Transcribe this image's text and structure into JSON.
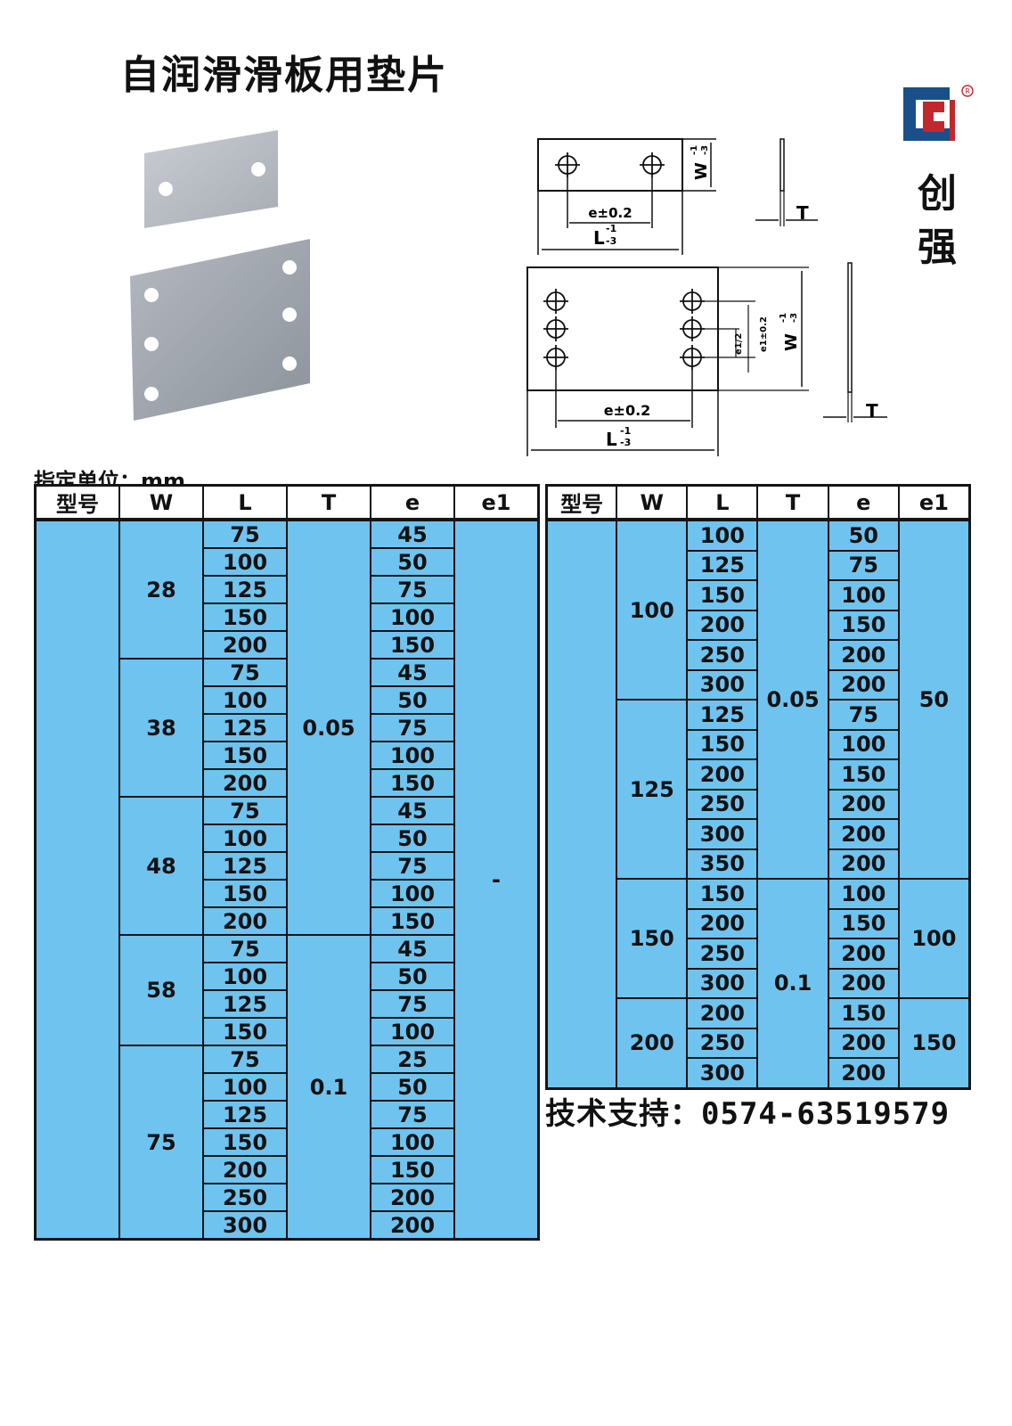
{
  "title": "自润滑滑板用垫片",
  "brand": {
    "name_line1": "创",
    "name_line2": "强",
    "registered_mark": "®"
  },
  "diagram_labels": {
    "w_tol": "W -1 -3",
    "w_tol_top": "-1",
    "w_tol_bottom": "-3",
    "w_letter": "W",
    "e_tol": "e±0.2",
    "l_letter": "L",
    "l_tol_top": "-1",
    "l_tol_bottom": "-3",
    "t_letter": "T",
    "e1_half": "e1/2",
    "e1_tol": "e1±0.2"
  },
  "unit_label": "指定单位：mm",
  "columns": [
    "型号",
    "W",
    "L",
    "T",
    "e",
    "e1"
  ],
  "left_table": {
    "t_values": [
      "0.05",
      "0.1"
    ],
    "e1_value": "-",
    "groups": [
      {
        "W": "28",
        "rows": [
          [
            "75",
            "45"
          ],
          [
            "100",
            "50"
          ],
          [
            "125",
            "75"
          ],
          [
            "150",
            "100"
          ],
          [
            "200",
            "150"
          ]
        ]
      },
      {
        "W": "38",
        "rows": [
          [
            "75",
            "45"
          ],
          [
            "100",
            "50"
          ],
          [
            "125",
            "75"
          ],
          [
            "150",
            "100"
          ],
          [
            "200",
            "150"
          ]
        ]
      },
      {
        "W": "48",
        "rows": [
          [
            "75",
            "45"
          ],
          [
            "100",
            "50"
          ],
          [
            "125",
            "75"
          ],
          [
            "150",
            "100"
          ],
          [
            "200",
            "150"
          ]
        ]
      },
      {
        "W": "58",
        "rows": [
          [
            "75",
            "45"
          ],
          [
            "100",
            "50"
          ],
          [
            "125",
            "75"
          ],
          [
            "150",
            "100"
          ]
        ]
      },
      {
        "W": "75",
        "rows": [
          [
            "75",
            "25"
          ],
          [
            "100",
            "50"
          ],
          [
            "125",
            "75"
          ],
          [
            "150",
            "100"
          ],
          [
            "200",
            "150"
          ],
          [
            "250",
            "200"
          ],
          [
            "300",
            "200"
          ]
        ]
      }
    ]
  },
  "right_table": {
    "t_values": [
      "0.05",
      "0.1"
    ],
    "groups": [
      {
        "W": "100",
        "rows": [
          [
            "100",
            "50"
          ],
          [
            "125",
            "75"
          ],
          [
            "150",
            "100"
          ],
          [
            "200",
            "150"
          ],
          [
            "250",
            "200"
          ],
          [
            "300",
            "200"
          ]
        ]
      },
      {
        "W": "125",
        "rows": [
          [
            "125",
            "75"
          ],
          [
            "150",
            "100"
          ],
          [
            "200",
            "150"
          ],
          [
            "250",
            "200"
          ],
          [
            "300",
            "200"
          ],
          [
            "350",
            "200"
          ]
        ]
      },
      {
        "W": "150",
        "rows": [
          [
            "150",
            "100"
          ],
          [
            "200",
            "150"
          ],
          [
            "250",
            "200"
          ],
          [
            "300",
            "200"
          ]
        ]
      },
      {
        "W": "200",
        "rows": [
          [
            "200",
            "150"
          ],
          [
            "250",
            "200"
          ],
          [
            "300",
            "200"
          ]
        ]
      }
    ],
    "e1_values": [
      "50",
      "100",
      "150"
    ]
  },
  "support": "技术支持：0574-63519579",
  "colors": {
    "table_fill": "#6fc3ef",
    "logo_blue": "#1a4f8a",
    "logo_red": "#c0282d"
  }
}
